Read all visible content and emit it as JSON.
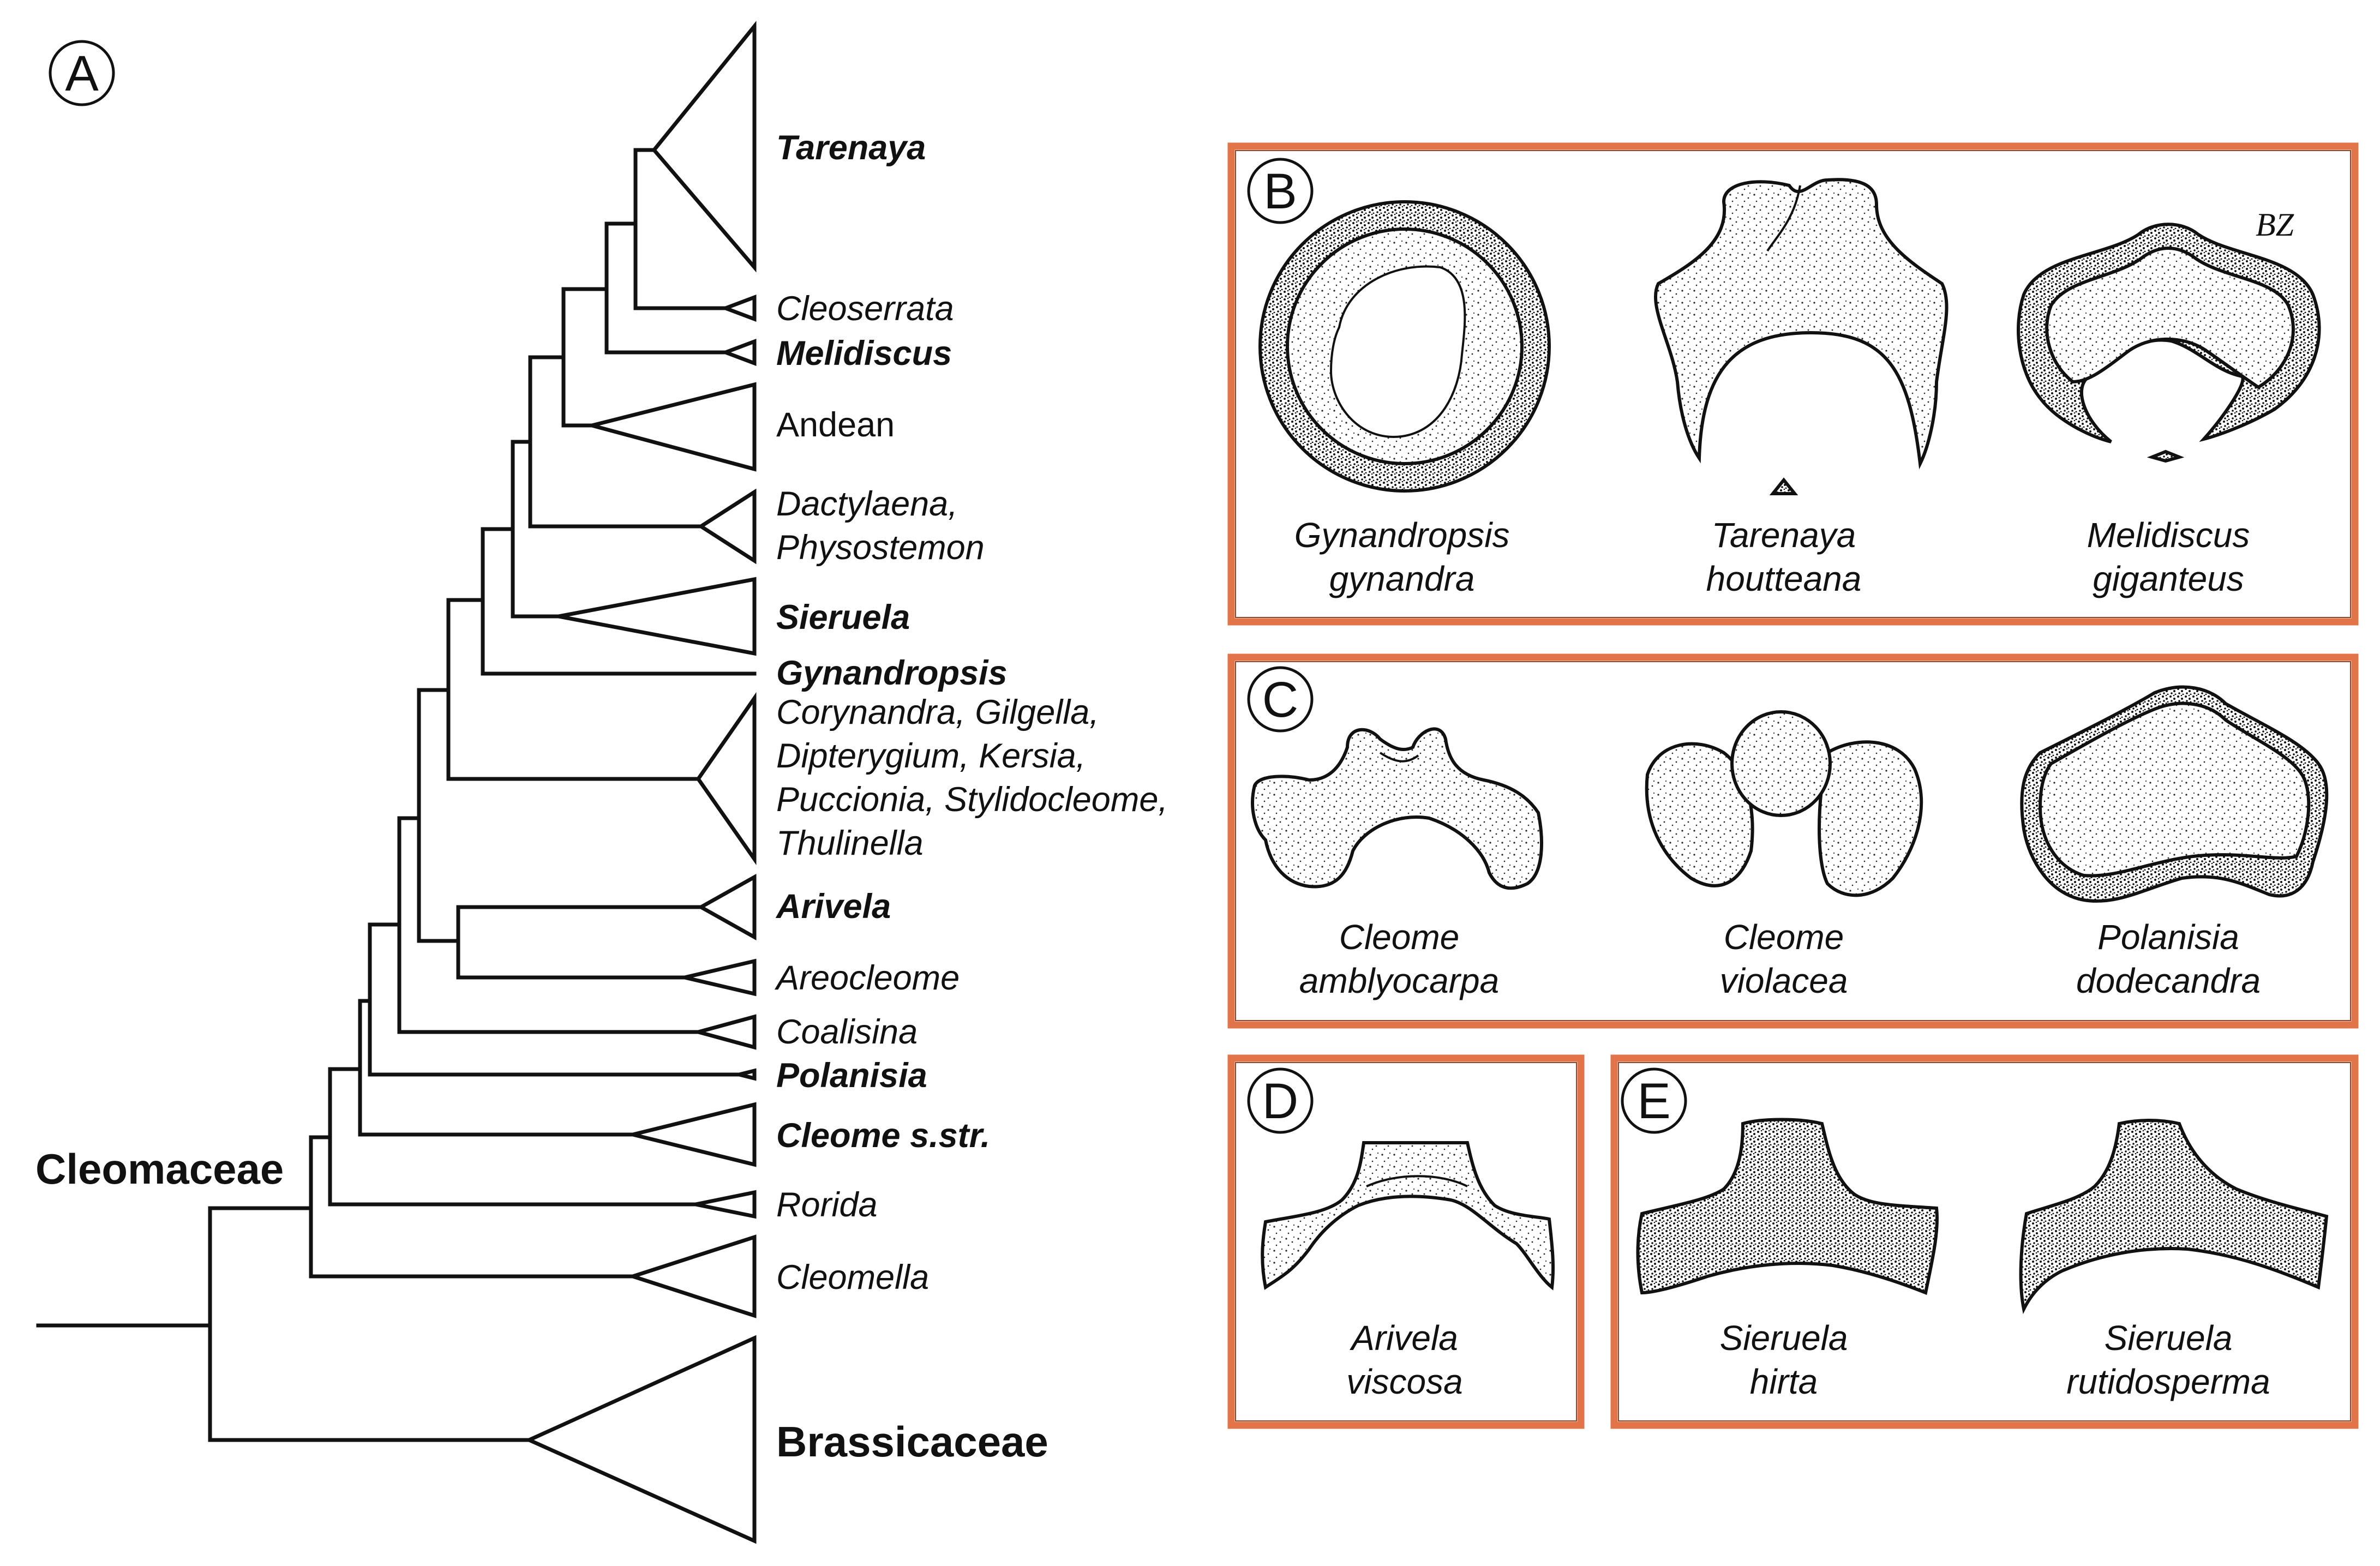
{
  "panel_a": {
    "letter": "A",
    "family_label": "Cleomaceae",
    "clades": [
      {
        "name": "Tarenaya",
        "style": "bd"
      },
      {
        "name": "Cleoserrata",
        "style": "it"
      },
      {
        "name": "Melidiscus",
        "style": "bd"
      },
      {
        "name": "Andean",
        "style": ""
      },
      {
        "name": "Dactylaena,",
        "style": "it"
      },
      {
        "name": "Physostemon",
        "style": "it"
      },
      {
        "name": "Sieruela",
        "style": "bd"
      },
      {
        "name": "Gynandropsis",
        "style": "bd"
      },
      {
        "name": "Corynandra, Gilgella,",
        "style": "it"
      },
      {
        "name": "Dipterygium, Kersia,",
        "style": "it"
      },
      {
        "name": "Puccionia, Stylidocleome,",
        "style": "it"
      },
      {
        "name": "Thulinella",
        "style": "it"
      },
      {
        "name": "Arivela",
        "style": "bd"
      },
      {
        "name": "Areocleome",
        "style": "it"
      },
      {
        "name": "Coalisina",
        "style": "it"
      },
      {
        "name": "Polanisia",
        "style": "bd"
      },
      {
        "name": "Cleome s.str.",
        "style": "bd"
      },
      {
        "name": "Rorida",
        "style": "it"
      },
      {
        "name": "Cleomella",
        "style": "it"
      },
      {
        "name": "Brassicaceae",
        "style": "big"
      }
    ]
  },
  "panel_b": {
    "letter": "B",
    "initials": "BZ",
    "captions": [
      [
        "Gynandropsis",
        "gynandra"
      ],
      [
        "Tarenaya",
        "houtteana"
      ],
      [
        "Melidiscus",
        "giganteus"
      ]
    ]
  },
  "panel_c": {
    "letter": "C",
    "captions": [
      [
        "Cleome",
        "amblyocarpa"
      ],
      [
        "Cleome",
        "violacea"
      ],
      [
        "Polanisia",
        "dodecandra"
      ]
    ]
  },
  "panel_d": {
    "letter": "D",
    "captions": [
      [
        "Arivela",
        "viscosa"
      ]
    ]
  },
  "panel_e": {
    "letter": "E",
    "captions": [
      [
        "Sieruela",
        "hirta"
      ],
      [
        "Sieruela",
        "rutidosperma"
      ]
    ]
  },
  "colors": {
    "frame": "#e2744a",
    "ink": "#111111",
    "background": "#ffffff"
  }
}
